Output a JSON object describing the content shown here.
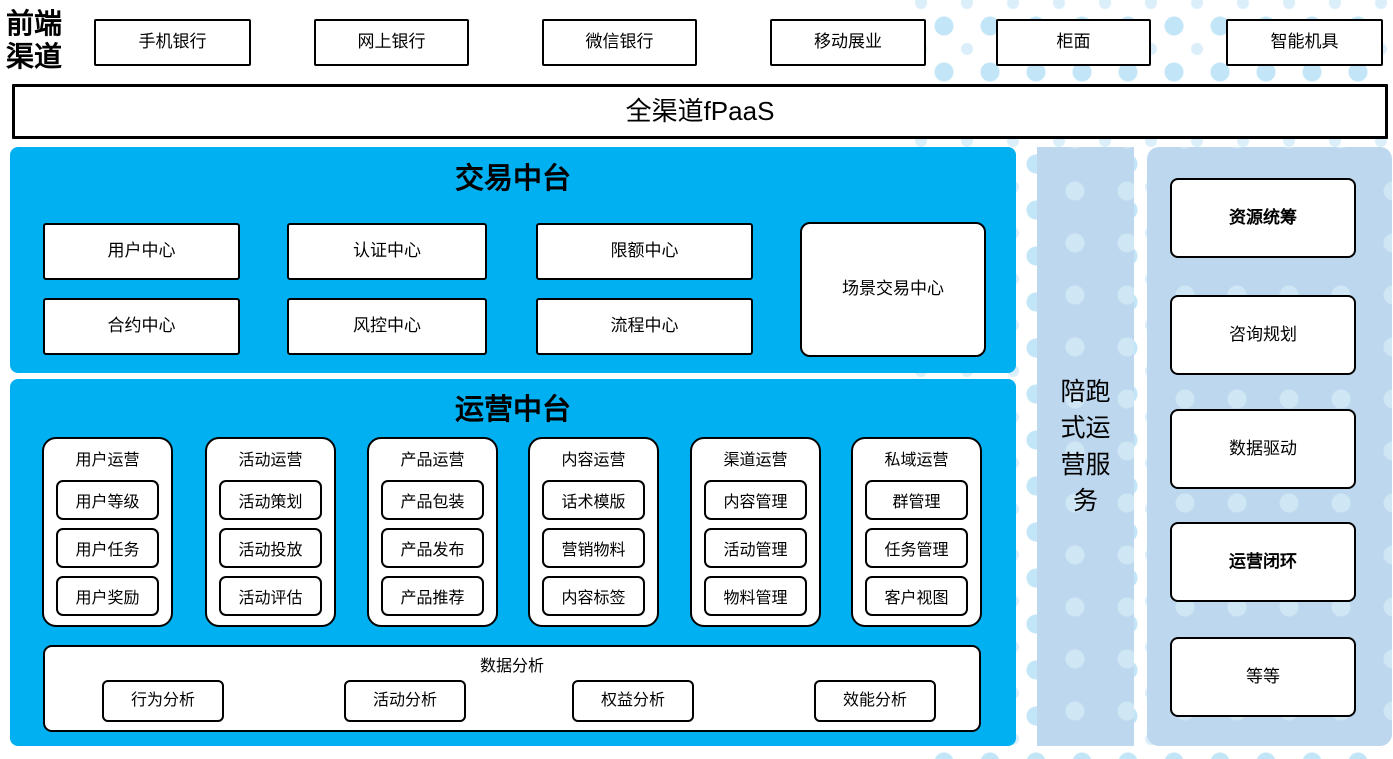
{
  "palette": {
    "platform_blue": "#00b0f0",
    "light_blue": "#bdd7ee",
    "dot_blue": "#c2e6f7",
    "border_black": "#000000"
  },
  "front_channels": {
    "label": "前端渠道",
    "channels": [
      "手机银行",
      "网上银行",
      "微信银行",
      "移动展业",
      "柜面",
      "智能机具"
    ]
  },
  "fpaas_bar": {
    "label": "全渠道fPaaS"
  },
  "trade_platform": {
    "title": "交易中台",
    "centers_row1": [
      "用户中心",
      "认证中心",
      "限额中心"
    ],
    "centers_row2": [
      "合约中心",
      "风控中心",
      "流程中心"
    ],
    "scene_center": "场景交易中心"
  },
  "ops_platform": {
    "title": "运营中台",
    "columns": [
      {
        "title": "用户运营",
        "items": [
          "用户等级",
          "用户任务",
          "用户奖励"
        ]
      },
      {
        "title": "活动运营",
        "items": [
          "活动策划",
          "活动投放",
          "活动评估"
        ]
      },
      {
        "title": "产品运营",
        "items": [
          "产品包装",
          "产品发布",
          "产品推荐"
        ]
      },
      {
        "title": "内容运营",
        "items": [
          "话术模版",
          "营销物料",
          "内容标签"
        ]
      },
      {
        "title": "渠道运营",
        "items": [
          "内容管理",
          "活动管理",
          "物料管理"
        ]
      },
      {
        "title": "私域运营",
        "items": [
          "群管理",
          "任务管理",
          "客户视图"
        ]
      }
    ],
    "data_analysis": {
      "title": "数据分析",
      "items": [
        "行为分析",
        "活动分析",
        "权益分析",
        "效能分析"
      ]
    }
  },
  "companion_bar": {
    "label": "陪跑式运营服务"
  },
  "service_column": {
    "boxes": [
      {
        "label": "资源统筹",
        "bold": true
      },
      {
        "label": "咨询规划",
        "bold": false
      },
      {
        "label": "数据驱动",
        "bold": false
      },
      {
        "label": "运营闭环",
        "bold": true
      },
      {
        "label": "等等",
        "bold": false
      }
    ]
  }
}
